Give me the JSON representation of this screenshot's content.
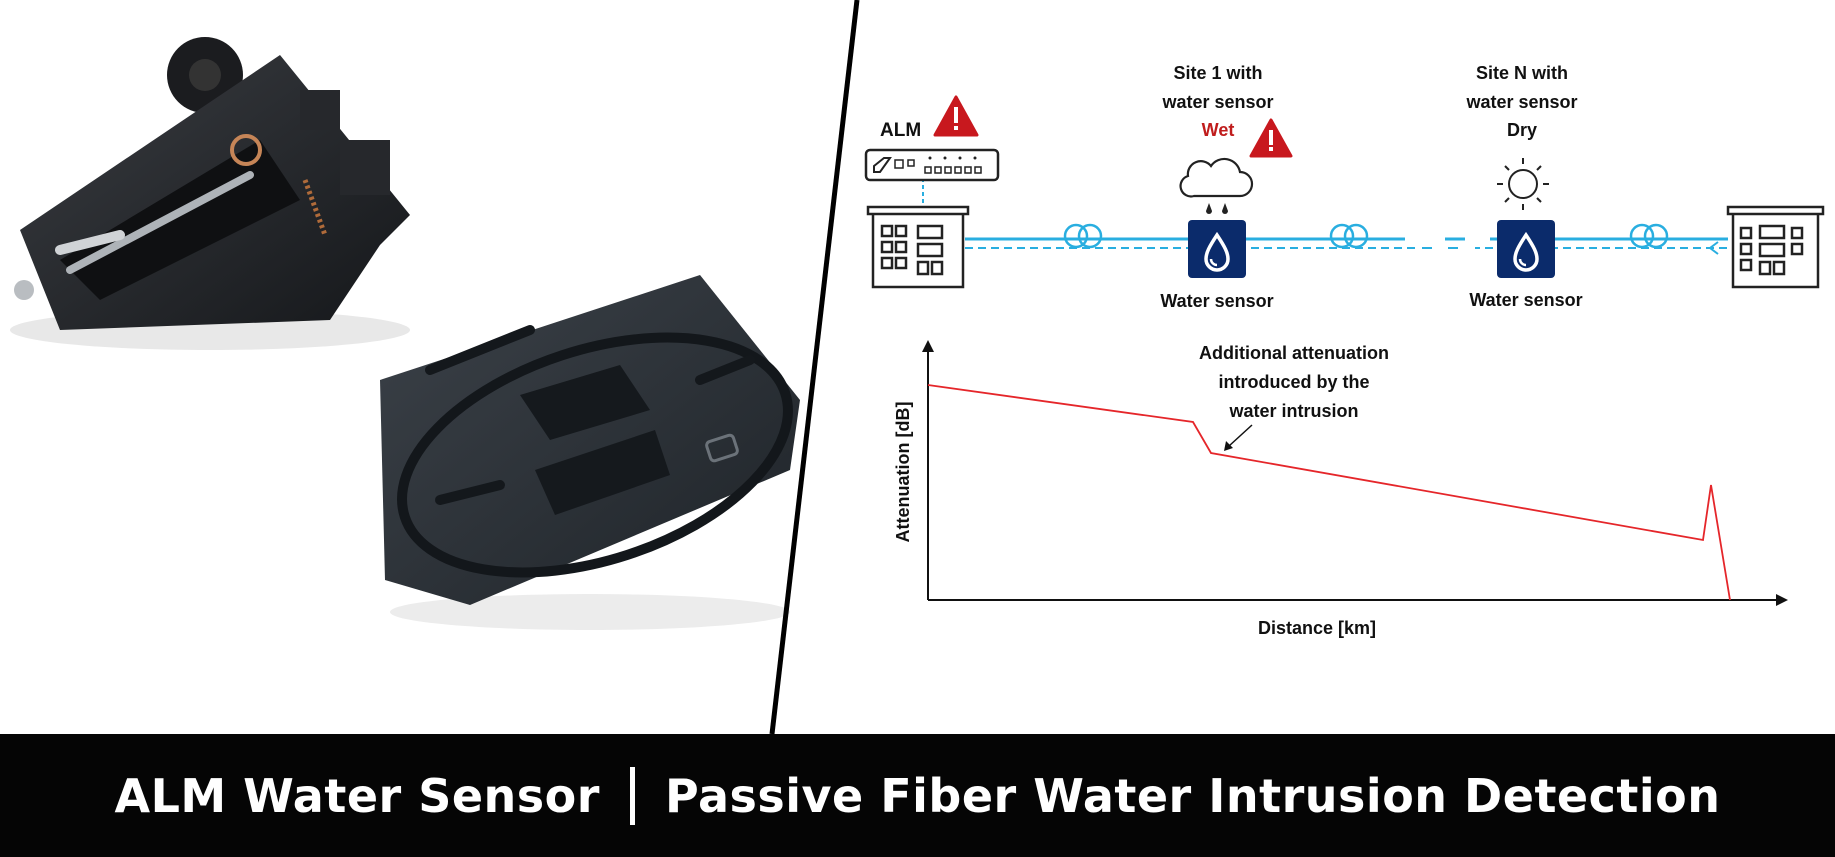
{
  "diagram": {
    "alm_label": "ALM",
    "site1_title": [
      "Site 1 with",
      "water sensor"
    ],
    "site1_state": "Wet",
    "siteN_title": [
      "Site N with",
      "water sensor"
    ],
    "siteN_state": "Dry",
    "sensor1_label": "Water sensor",
    "sensorN_label": "Water sensor",
    "annotation": [
      "Additional attenuation",
      "introduced by the",
      "water intrusion"
    ],
    "ylabel": "Attenuation [dB]",
    "xlabel": "Distance [km]",
    "colors": {
      "fiber": "#29aee0",
      "trace": "#e5262a",
      "alert": "#c8181e",
      "wet_text": "#c01d1d",
      "sensor": "#0b2b6b"
    }
  },
  "banner": {
    "left": "ALM Water Sensor",
    "right": "Passive Fiber Water Intrusion Detection"
  }
}
